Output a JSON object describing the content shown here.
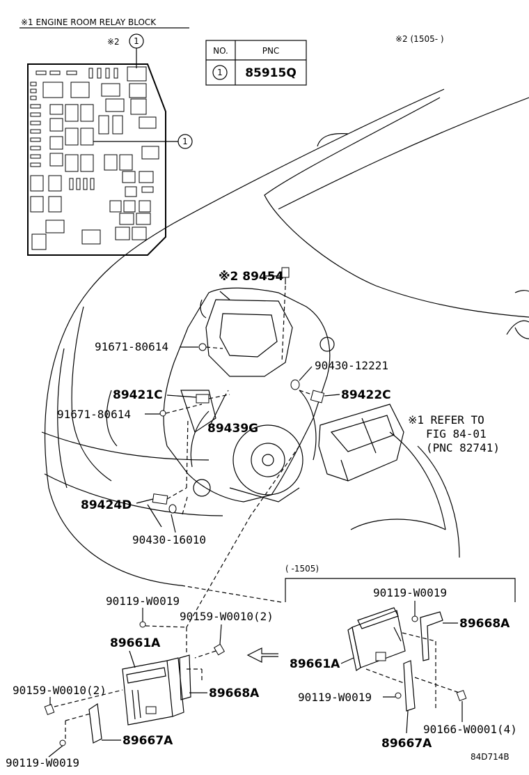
{
  "header": {
    "relay_block_title": "※1 ENGINE ROOM RELAY BLOCK",
    "note2_range": "※2 (1505-      )",
    "relay_callout_mark": "※2"
  },
  "pnc_table": {
    "col_no": "NO.",
    "col_pnc": "PNC",
    "row_no": "1",
    "row_pnc": "85915Q"
  },
  "callouts": {
    "callout_1": "1"
  },
  "parts": {
    "p89454": "※2 89454",
    "p91671_a": "91671-80614",
    "p90430_12221": "90430-12221",
    "p89421c": "89421C",
    "p89422c": "89422C",
    "p91671_b": "91671-80614",
    "p89439g": "89439G",
    "p89424d": "89424D",
    "p90430_16010": "90430-16010"
  },
  "refer": {
    "line1": "※1 REFER TO",
    "line2": "FIG 84-01",
    "line3": "(PNC 82741)"
  },
  "left_group": {
    "w0019_top": "90119-W0019",
    "w0010_top": "90159-W0010(2)",
    "p89661a": "89661A",
    "p89668a": "89668A",
    "w0010_left": "90159-W0010(2)",
    "p89667a": "89667A",
    "w0019_bottom": "90119-W0019"
  },
  "right_group": {
    "range": "(       -1505)",
    "w0019_top": "90119-W0019",
    "p89668a": "89668A",
    "p89661a": "89661A",
    "w0019_mid": "90119-W0019",
    "w0001": "90166-W0001(4)",
    "p89667a": "89667A"
  },
  "footer": {
    "diagram_code": "84D714B"
  }
}
